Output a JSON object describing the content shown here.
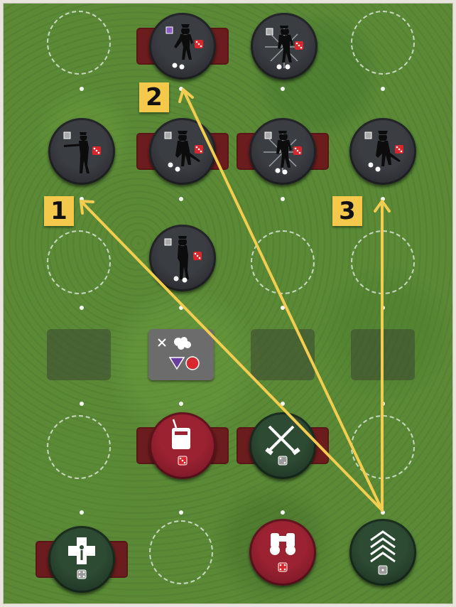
{
  "board": {
    "background_color": "#5a8a36"
  },
  "labels": [
    {
      "text": "1"
    },
    {
      "text": "2"
    },
    {
      "text": "3"
    }
  ],
  "tokens": {
    "enemy_soldiers": [
      {
        "name": "enemy-soldier-icon",
        "id": "r1c2"
      },
      {
        "name": "enemy-soldier-icon",
        "id": "r1c3"
      },
      {
        "name": "enemy-soldier-icon",
        "id": "r2c1"
      },
      {
        "name": "enemy-soldier-icon",
        "id": "r2c2"
      },
      {
        "name": "enemy-soldier-icon",
        "id": "r2c3"
      },
      {
        "name": "enemy-soldier-icon",
        "id": "r2c4"
      },
      {
        "name": "enemy-soldier-icon",
        "id": "r3c2"
      }
    ],
    "player_tokens": [
      {
        "icon": "radio-icon",
        "color": "red"
      },
      {
        "icon": "crossed-rifles-icon",
        "color": "green"
      },
      {
        "icon": "medic-cross-icon",
        "color": "green"
      },
      {
        "icon": "binoculars-icon",
        "color": "red"
      },
      {
        "icon": "sergeant-chevrons-icon",
        "color": "green"
      }
    ],
    "status_tile": {
      "icons": [
        "smoke-icon",
        "triangle-purple-icon",
        "circle-red-icon"
      ]
    }
  },
  "colors": {
    "arrow": "#f2cd4f",
    "label_bg": "#f4c84a",
    "red_die": "#d8282e",
    "purple": "#6a3ea1"
  }
}
